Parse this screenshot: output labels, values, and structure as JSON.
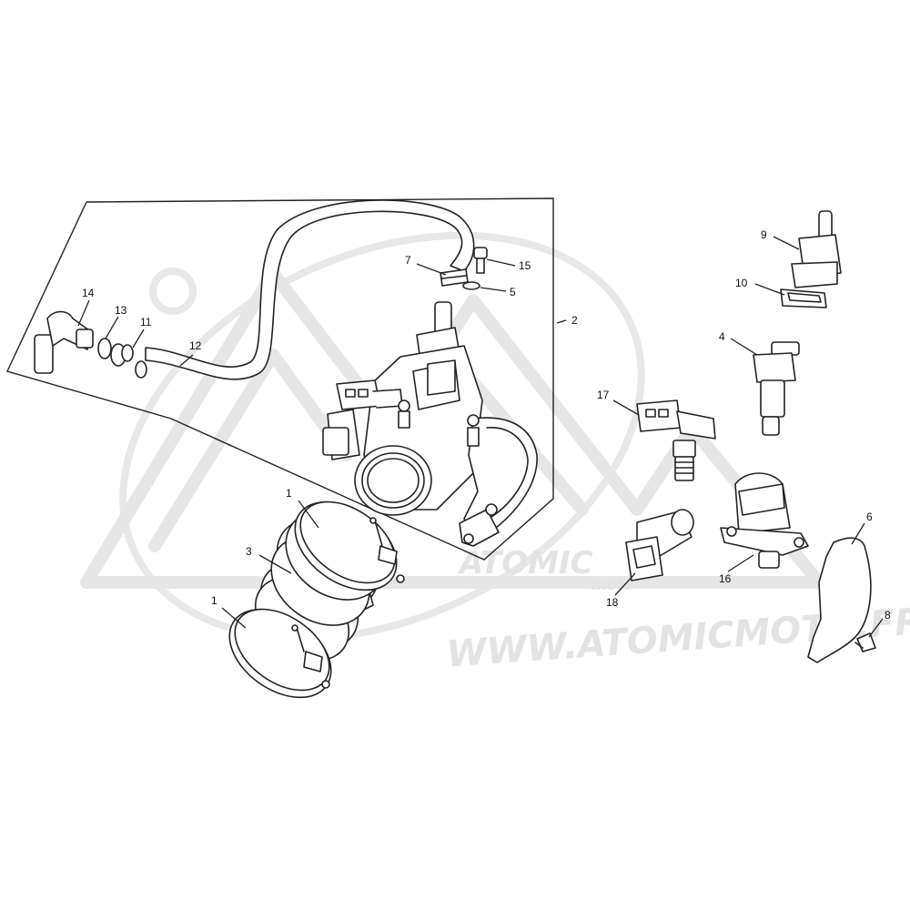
{
  "watermark": {
    "url_text": "WWW.ATOMICMOTO.FR",
    "logo_text": "ATOMIC",
    "logo_sub": "moto"
  },
  "callouts": [
    {
      "id": "c1a",
      "label": "1"
    },
    {
      "id": "c1b",
      "label": "1"
    },
    {
      "id": "c2",
      "label": "2"
    },
    {
      "id": "c3",
      "label": "3"
    },
    {
      "id": "c4",
      "label": "4"
    },
    {
      "id": "c5",
      "label": "5"
    },
    {
      "id": "c6",
      "label": "6"
    },
    {
      "id": "c7",
      "label": "7"
    },
    {
      "id": "c8",
      "label": "8"
    },
    {
      "id": "c9",
      "label": "9"
    },
    {
      "id": "c10",
      "label": "10"
    },
    {
      "id": "c11",
      "label": "11"
    },
    {
      "id": "c12",
      "label": "12"
    },
    {
      "id": "c13",
      "label": "13"
    },
    {
      "id": "c14",
      "label": "14"
    },
    {
      "id": "c15",
      "label": "15"
    },
    {
      "id": "c16",
      "label": "16"
    },
    {
      "id": "c17",
      "label": "17"
    },
    {
      "id": "c18",
      "label": "18"
    }
  ],
  "colors": {
    "line": "#222222",
    "watermark": "#e6e6e6",
    "background": "#ffffff"
  }
}
